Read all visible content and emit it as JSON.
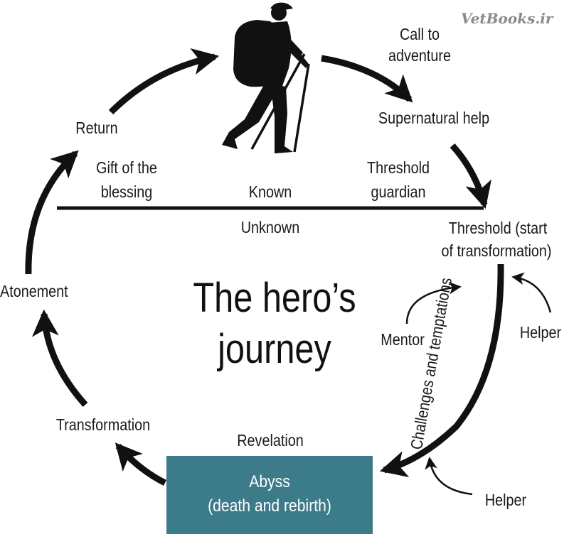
{
  "watermark": "VetBooks.ir",
  "title_line1": "The hero’s",
  "title_line2": "journey",
  "labels": {
    "call_to_adventure_1": "Call to",
    "call_to_adventure_2": "adventure",
    "supernatural_help": "Supernatural help",
    "threshold_guardian_1": "Threshold",
    "threshold_guardian_2": "guardian",
    "threshold_start_1": "Threshold (start",
    "threshold_start_2": "of transformation)",
    "return": "Return",
    "gift_1": "Gift of the",
    "gift_2": "blessing",
    "known": "Known",
    "unknown": "Unknown",
    "atonement": "Atonement",
    "mentor": "Mentor",
    "helper_top": "Helper",
    "helper_bottom": "Helper",
    "challenges": "Challenges and temptations",
    "transformation": "Transformation",
    "revelation": "Revelation",
    "abyss_1": "Abyss",
    "abyss_2": "(death and rebirth)"
  },
  "colors": {
    "abyss_fill": "#3c7b8a",
    "ink": "#111111"
  },
  "icons": [
    "hiker-silhouette-icon"
  ]
}
